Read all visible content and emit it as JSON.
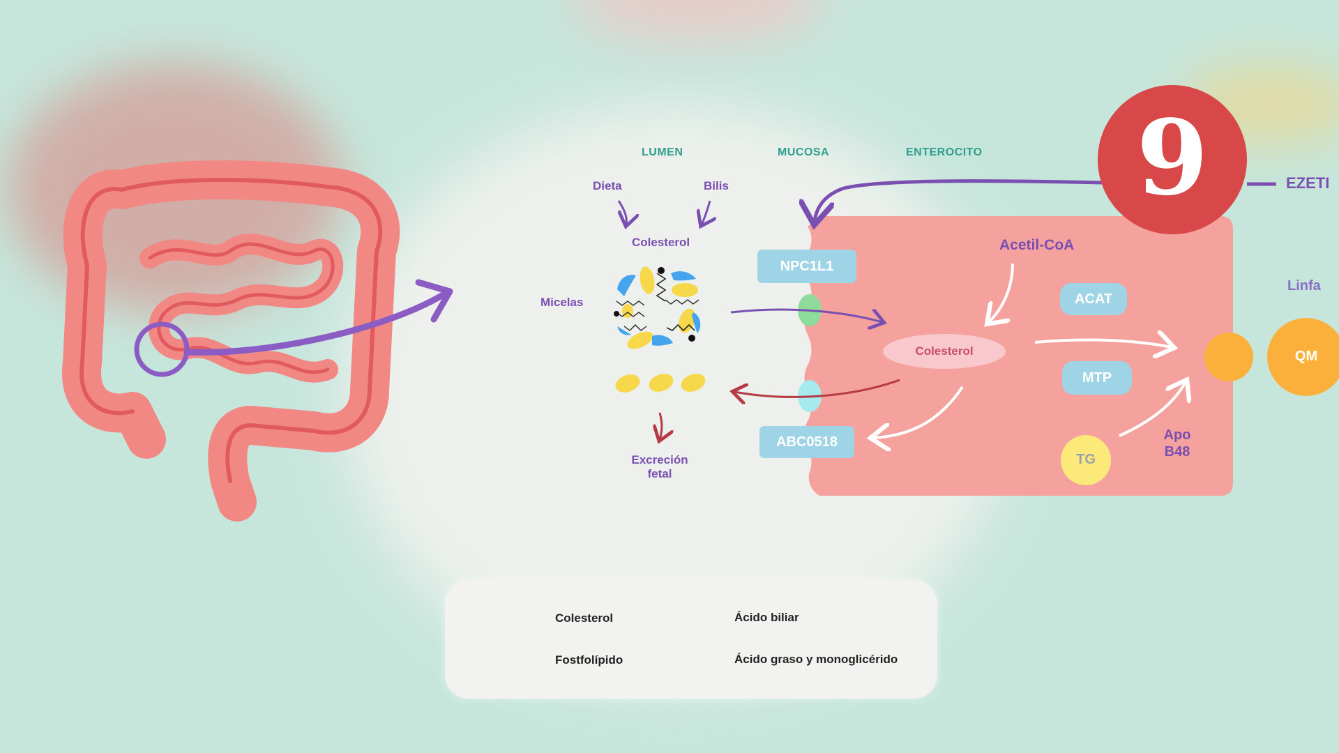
{
  "badge": {
    "number": "9"
  },
  "columns": {
    "lumen": "LUMEN",
    "mucosa": "MUCOSA",
    "enterocito": "ENTEROCITO"
  },
  "lumen": {
    "dieta": "Dieta",
    "bilis": "Bilis",
    "colesterol": "Colesterol",
    "micelas": "Micelas",
    "excrecion_line1": "Excreción",
    "excrecion_line2": "fetal"
  },
  "mucosa": {
    "npc1l1": "NPC1L1",
    "abc0518": "ABC0518"
  },
  "enterocito": {
    "acetil_coa": "Acetil-CoA",
    "acat": "ACAT",
    "colesterol": "Colesterol",
    "mtp": "MTP",
    "tg": "TG",
    "apo_line1": "Apo",
    "apo_line2": "B48"
  },
  "right": {
    "drug": "EZETI",
    "linfa": "Linfa",
    "qm": "QM"
  },
  "legend": {
    "colesterol": "Colesterol",
    "acido_biliar": "Ácido biliar",
    "fosfolipido": "Fostfolípido",
    "acido_graso": "Ácido graso y monoglicérido"
  },
  "colors": {
    "background": "#c6e6dc",
    "enterocyte": "#f5a29e",
    "transporter": "#9fd3e6",
    "purple": "#7a4fb1",
    "badge": "#d84848",
    "cholesterol": "#f7d84a",
    "bile_acid": "#45a4ee",
    "orange": "#fbb03b"
  }
}
